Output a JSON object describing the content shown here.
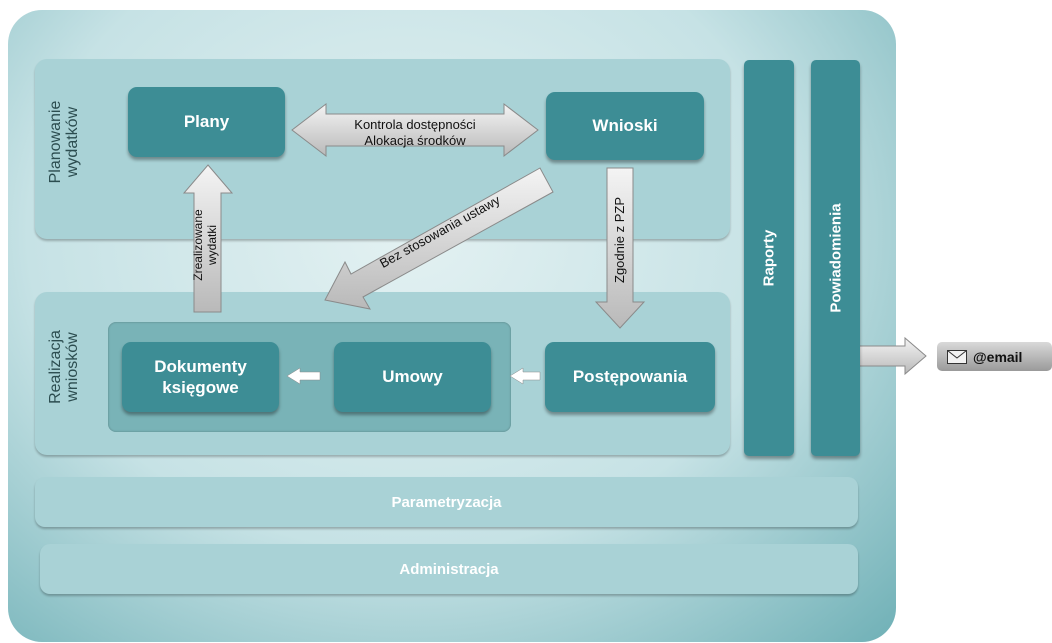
{
  "sections": {
    "planning_label": [
      "Planowanie",
      "wydatków"
    ],
    "realization_label": [
      "Realizacja",
      "wniosków"
    ]
  },
  "boxes": {
    "plany": "Plany",
    "wnioski": "Wnioski",
    "dokumenty_line1": "Dokumenty",
    "dokumenty_line2": "księgowe",
    "umowy": "Umowy",
    "postepowania": "Postępowania"
  },
  "arrows": {
    "kontrola_line1": "Kontrola dostępności",
    "kontrola_line2": "Alokacja środków",
    "zrealizowane_line1": "Zrealizowane",
    "zrealizowane_line2": "wydatki",
    "bez_stosowania": "Bez stosowania ustawy",
    "zgodnie": "Zgodnie z PZP"
  },
  "side_bars": {
    "raporty": "Raporty",
    "powiadomienia": "Powiadomienia"
  },
  "bottom_bars": {
    "parametryzacja": "Parametryzacja",
    "administracja": "Administracja"
  },
  "email_label": "@email",
  "colors": {
    "box": "#3d8d95",
    "panel": "#a9d2d6",
    "inner_panel": "#79b3b7",
    "arrow": "#dcdcdc"
  }
}
